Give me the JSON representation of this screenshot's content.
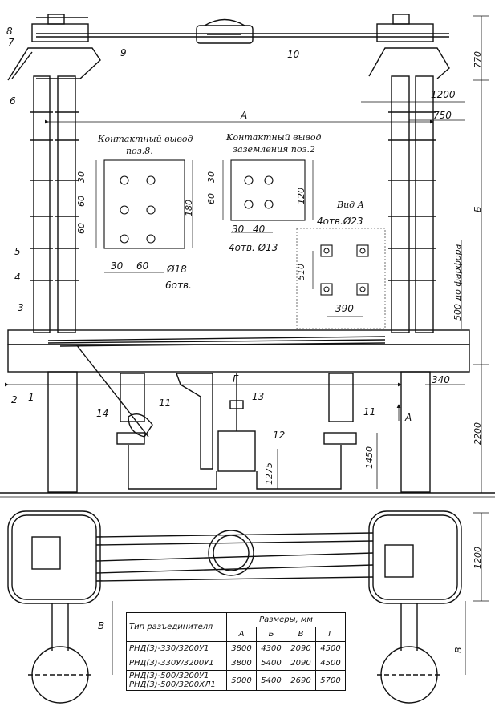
{
  "callouts": {
    "c1": "1",
    "c2": "2",
    "c3": "3",
    "c4": "4",
    "c5": "5",
    "c6": "6",
    "c7": "7",
    "c8": "8",
    "c9": "9",
    "c10": "10",
    "c11a": "11",
    "c11b": "11",
    "c12": "12",
    "c13": "13",
    "c14": "14"
  },
  "dimensions": {
    "d770": "770",
    "d1200_top": "1200",
    "d750": "750",
    "dA": "А",
    "dB_right": "Б",
    "d500": "500 до фарфора",
    "dG": "Г",
    "d340": "340",
    "d2200": "2200",
    "d1275": "1275",
    "d1450": "1450",
    "arrowA": "А",
    "d1200_plan": "1200",
    "dV_left": "В",
    "dV_right": "В"
  },
  "detail_left": {
    "title_line1": "Контактный вывод",
    "title_line2": "поз.8.",
    "d30a": "30",
    "d60a": "60",
    "d60b": "60",
    "d180": "180",
    "d30b": "30",
    "d60c": "60",
    "hole": "Ø18",
    "holes_count": "6отв."
  },
  "detail_right": {
    "title_line1": "Контактный вывод",
    "title_line2": "заземления поз.2",
    "d30a": "30",
    "d60": "60",
    "d120": "120",
    "d30b": "30",
    "d40": "40",
    "hole": "4отв. Ø13"
  },
  "detail_view": {
    "title": "Вид А",
    "hole": "4отв.Ø23",
    "d510": "510",
    "d390": "390"
  },
  "table": {
    "head_type": "Тип разъединителя",
    "head_dims": "Размеры, мм",
    "cols": [
      "А",
      "Б",
      "В",
      "Г"
    ],
    "rows": [
      {
        "type": "РНД(З)-330/3200У1",
        "values": [
          "3800",
          "4300",
          "2090",
          "4500"
        ]
      },
      {
        "type": "РНД(З)-330У/3200У1",
        "values": [
          "3800",
          "5400",
          "2090",
          "4500"
        ]
      },
      {
        "type": "РНД(З)-500/3200У1",
        "values": [
          "5000",
          "5400",
          "2690",
          "5700"
        ]
      },
      {
        "type": "РНД(З)-500/3200ХЛ1",
        "values": []
      }
    ]
  }
}
